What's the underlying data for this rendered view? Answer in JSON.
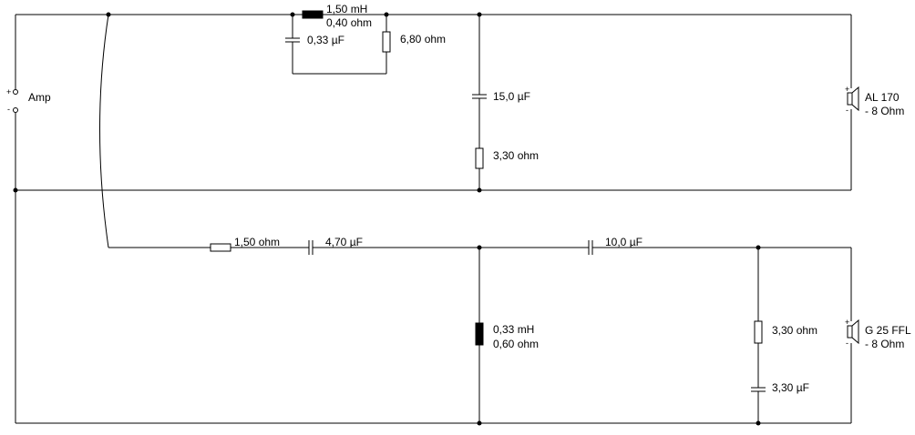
{
  "amp": {
    "label": "Amp",
    "plus": "+",
    "minus": "-"
  },
  "tweeter": {
    "name": "AL 170",
    "impedance": "- 8 Ohm",
    "plus": "+",
    "minus": "-"
  },
  "woofer": {
    "name": "G 25 FFL",
    "impedance": "- 8 Ohm",
    "plus": "+",
    "minus": "-"
  },
  "top_branch": {
    "inductor_value": "1,50 mH",
    "inductor_resistance": "0,40 ohm",
    "parallel_cap": "0,33 µF",
    "parallel_res": "6,80 ohm",
    "shunt_cap": "15,0 µF",
    "shunt_res": "3,30 ohm"
  },
  "bottom_branch": {
    "series_res": "1,50 ohm",
    "series_cap_1": "4,70 µF",
    "series_cap_2": "10,0 µF",
    "shunt_inductor_value": "0,33 mH",
    "shunt_inductor_resistance": "0,60 ohm",
    "zobel_res": "3,30 ohm",
    "zobel_cap": "3,30 µF"
  }
}
